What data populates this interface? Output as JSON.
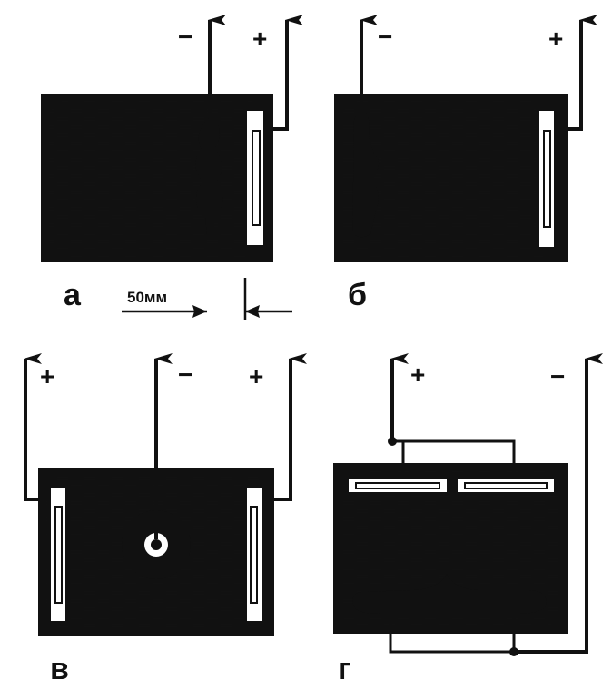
{
  "panels": [
    {
      "id": "a",
      "label": "а",
      "terminals": [
        "−",
        "+"
      ]
    },
    {
      "id": "b",
      "label": "б",
      "terminals": [
        "−",
        "+"
      ]
    },
    {
      "id": "v",
      "label": "в",
      "terminals": [
        "+",
        "−",
        "+"
      ]
    },
    {
      "id": "g",
      "label": "г",
      "terminals": [
        "+",
        "−"
      ]
    }
  ],
  "scale_bar": {
    "text": "50мм"
  },
  "colors": {
    "ink": "#111111",
    "paper": "#ffffff"
  }
}
